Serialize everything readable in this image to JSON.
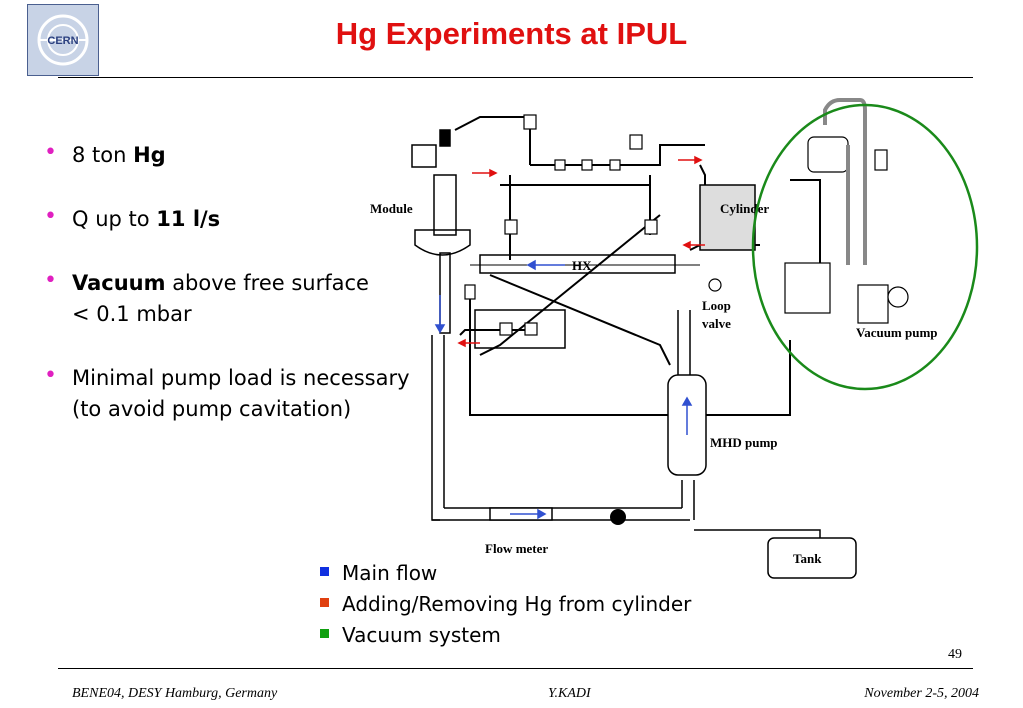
{
  "title": "Hg Experiments at IPUL",
  "logo_text": "CERN",
  "bullets": [
    {
      "pre": "8 ton ",
      "bold": "Hg",
      "post": ""
    },
    {
      "pre": "Q up to ",
      "bold": "11 l/s",
      "post": ""
    },
    {
      "pre": "",
      "bold": "Vacuum",
      "post": " above free surface < 0.1 mbar"
    },
    {
      "pre": "Minimal pump load is necessary (to avoid pump cavitation)",
      "bold": "",
      "post": ""
    }
  ],
  "diagram_labels": {
    "module": "Module",
    "cylinder": "Cylinder",
    "hx": "HX",
    "loop_valve_1": "Loop",
    "loop_valve_2": "valve",
    "vacuum_pump": "Vacuum pump",
    "mhd_pump": "MHD pump",
    "flow_meter": "Flow meter",
    "tank": "Tank"
  },
  "legend": [
    {
      "label": "Main flow",
      "color": "#1030e0"
    },
    {
      "label": "Adding/Removing Hg from cylinder",
      "color": "#e04010"
    },
    {
      "label": "Vacuum system",
      "color": "#10a010"
    }
  ],
  "colors": {
    "title": "#e01010",
    "bullet": "#e020c0",
    "highlight_ellipse": "#1a8a1a",
    "main_arrow": "#3050d0",
    "fill_arrow": "#e01010"
  },
  "page_number": "49",
  "footer": {
    "left": "BENE04, DESY Hamburg, Germany",
    "center": "Y.KADI",
    "right": "November 2-5, 2004"
  }
}
